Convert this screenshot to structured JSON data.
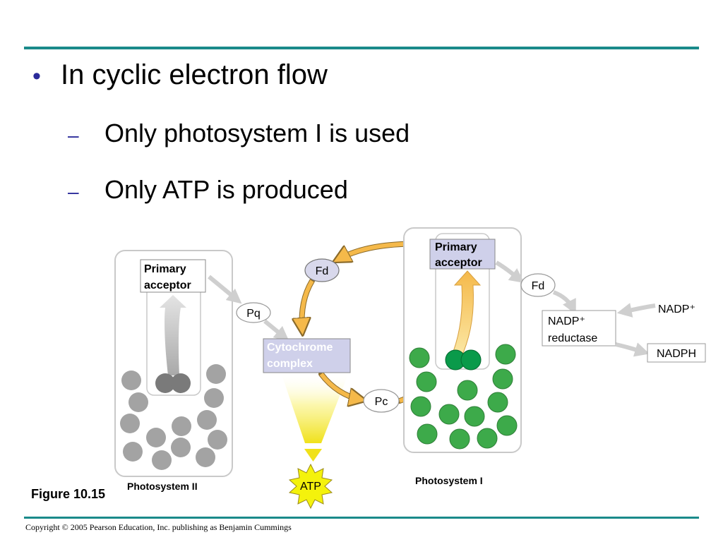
{
  "bullets": {
    "main": "In cyclic electron flow",
    "main_marker": "•",
    "sub_marker": "–",
    "sub": [
      "Only photosystem I is used",
      "Only ATP is produced"
    ]
  },
  "diagram": {
    "ps2_acceptor": [
      "Primary",
      "acceptor"
    ],
    "ps1_acceptor": [
      "Primary",
      "acceptor"
    ],
    "fd_cycle": "Fd",
    "fd_right": "Fd",
    "pq": "Pq",
    "cytochrome": [
      "Cytochrome",
      "complex"
    ],
    "pc": "Pc",
    "atp": "ATP",
    "nadp_reductase": [
      "NADP⁺",
      "reductase"
    ],
    "nadp_plus": "NADP⁺",
    "nadph": "NADPH",
    "ps2_label": "Photosystem II",
    "ps1_label": "Photosystem I"
  },
  "figure_label": "Figure 10.15",
  "copyright": "Copyright © 2005 Pearson Education, Inc. publishing as Benjamin Cummings",
  "colors": {
    "rule": "#1a8a8a",
    "bullet_marker": "#2a2a9a",
    "pigment_gray": "#a3a3a3",
    "pigment_green": "#3daa4a",
    "reaction_center_green": "#0a9a4a",
    "carrier_fill": "#d8d8ec",
    "cytochrome_fill": "#cfd0ea",
    "cycle_arrow": "#f5b94a",
    "gray_arrow": "#cfcfcf",
    "atp_star": "#f4f20c"
  }
}
